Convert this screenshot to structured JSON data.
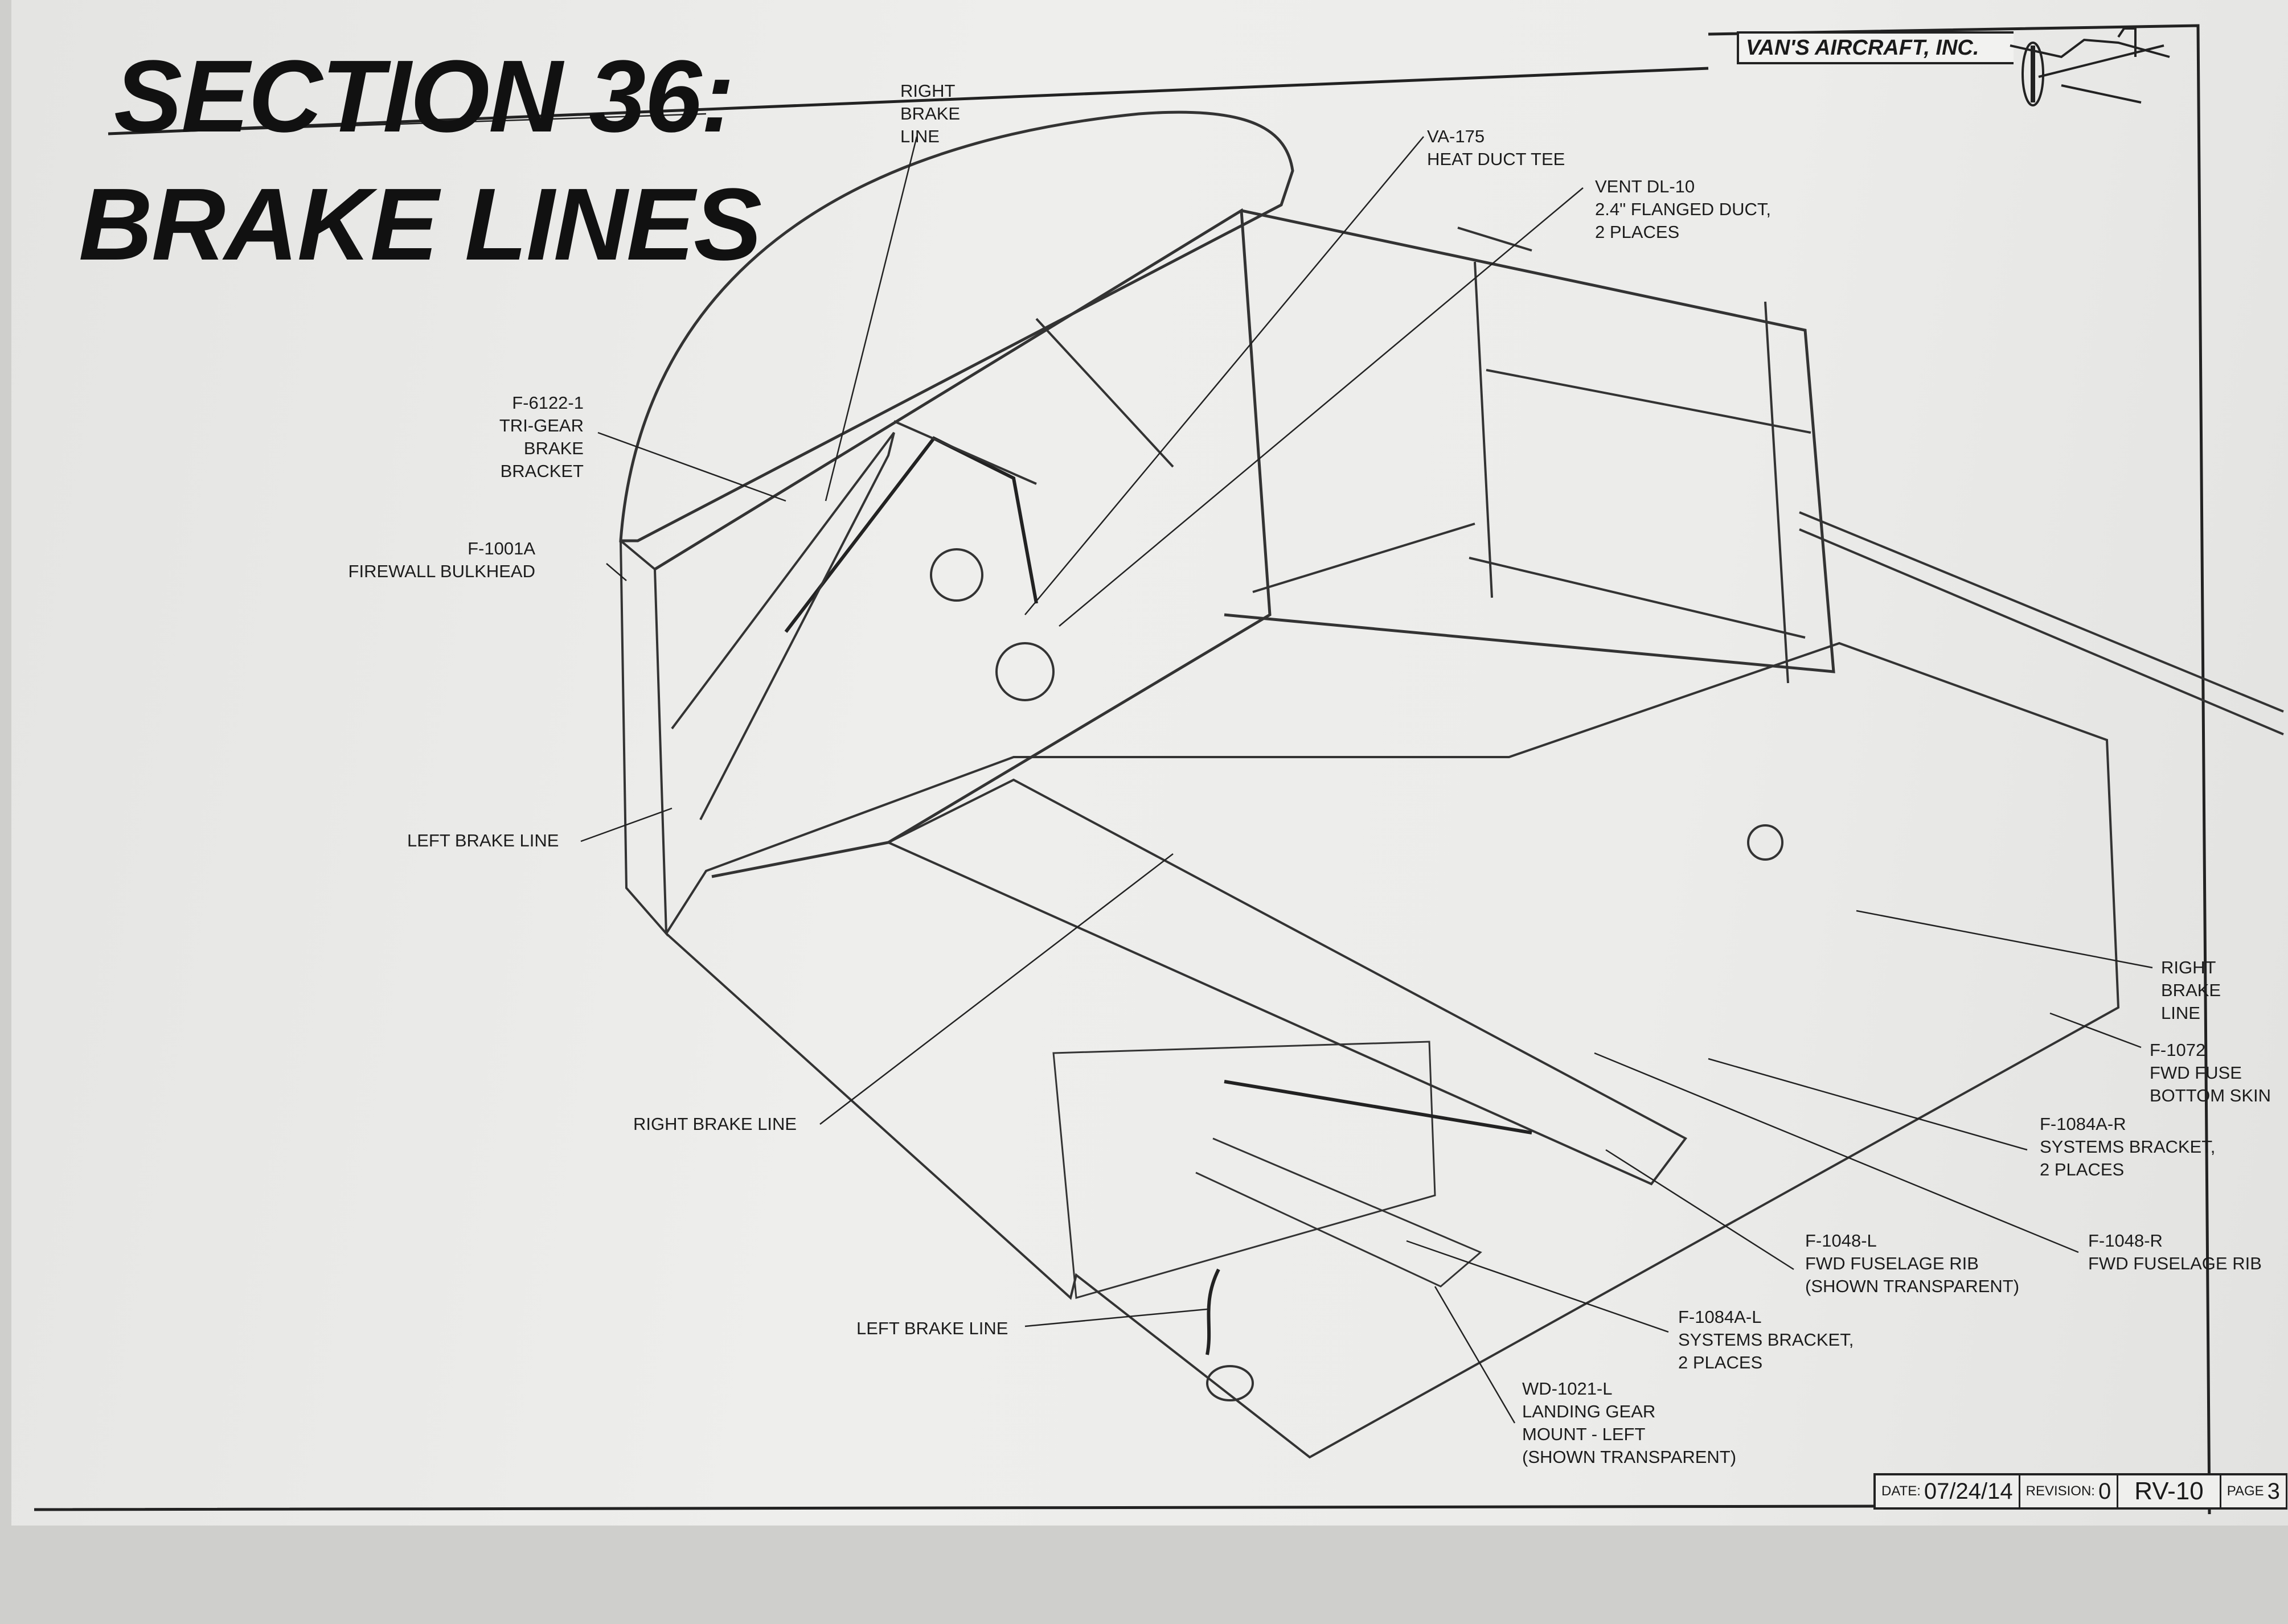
{
  "title": {
    "line1": "SECTION 36:",
    "line2": "BRAKE LINES"
  },
  "company": "VAN'S AIRCRAFT, INC.",
  "logo": "airplane-icon",
  "title_block": {
    "date_label": "DATE:",
    "date": "07/24/14",
    "revision_label": "REVISION:",
    "revision": "0",
    "model": "RV-10",
    "page_label": "PAGE",
    "page": "3"
  },
  "callouts": [
    {
      "lines": [
        "RIGHT",
        "BRAKE",
        "LINE"
      ]
    },
    {
      "lines": [
        "VA-175",
        "HEAT DUCT TEE"
      ]
    },
    {
      "lines": [
        "VENT DL-10",
        "2.4\" FLANGED DUCT,",
        "2 PLACES"
      ]
    },
    {
      "lines": [
        "F-6122-1",
        "TRI-GEAR",
        "BRAKE",
        "BRACKET"
      ]
    },
    {
      "lines": [
        "F-1001A",
        "FIREWALL BULKHEAD"
      ]
    },
    {
      "lines": [
        "LEFT BRAKE LINE"
      ]
    },
    {
      "lines": [
        "RIGHT BRAKE LINE"
      ]
    },
    {
      "lines": [
        "LEFT BRAKE LINE"
      ]
    },
    {
      "lines": [
        "RIGHT",
        "BRAKE",
        "LINE"
      ]
    },
    {
      "lines": [
        "F-1072",
        "FWD FUSE",
        "BOTTOM SKIN"
      ]
    },
    {
      "lines": [
        "F-1084A-R",
        "SYSTEMS BRACKET,",
        "2 PLACES"
      ]
    },
    {
      "lines": [
        "F-1048-R",
        "FWD FUSELAGE RIB"
      ]
    },
    {
      "lines": [
        "F-1048-L",
        "FWD FUSELAGE RIB",
        "(SHOWN TRANSPARENT)"
      ]
    },
    {
      "lines": [
        "F-1084A-L",
        "SYSTEMS BRACKET,",
        "2 PLACES"
      ]
    },
    {
      "lines": [
        "WD-1021-L",
        "LANDING GEAR",
        "MOUNT - LEFT",
        "(SHOWN TRANSPARENT)"
      ]
    }
  ]
}
